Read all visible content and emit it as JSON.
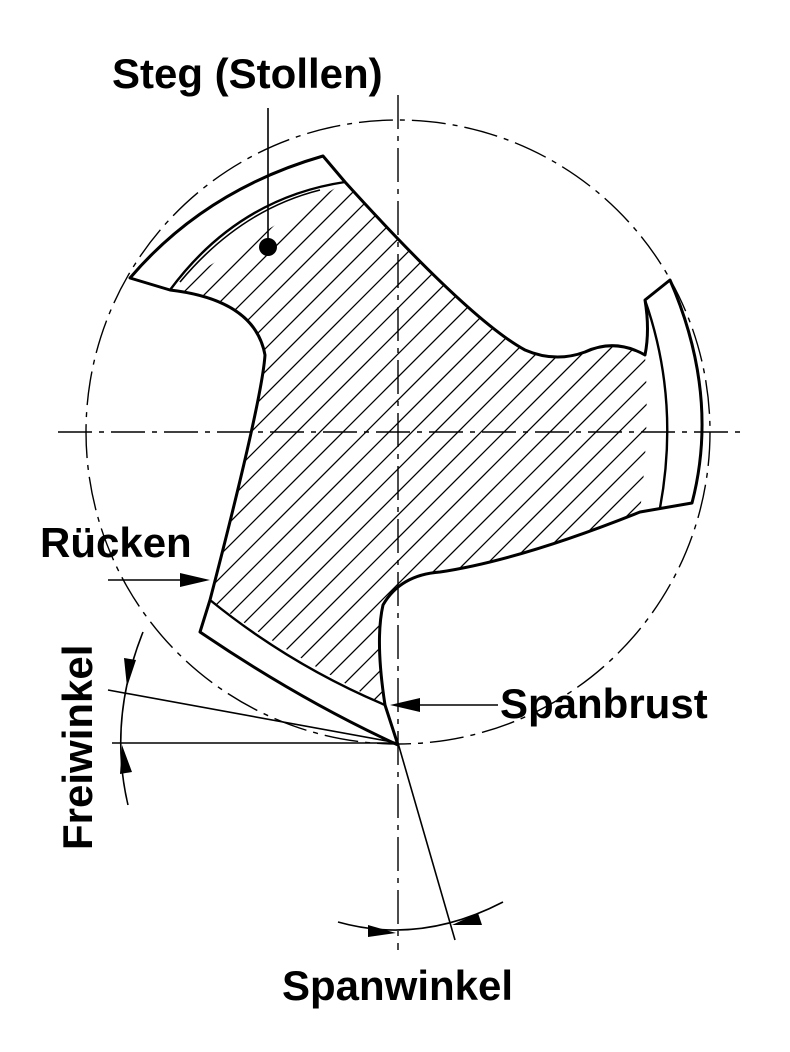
{
  "labels": {
    "steg": "Steg (Stollen)",
    "ruecken": "Rücken",
    "freiwinkel": "Freiwinkel",
    "spanbrust": "Spanbrust",
    "spanwinkel": "Spanwinkel"
  },
  "colors": {
    "ink": "#000000",
    "background": "#ffffff"
  }
}
